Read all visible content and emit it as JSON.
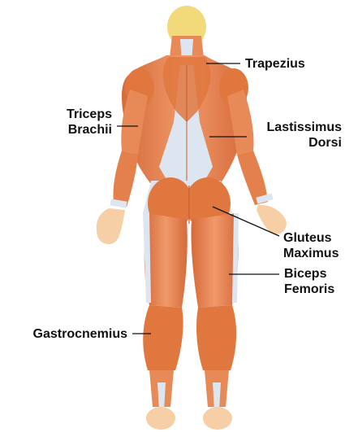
{
  "labels": {
    "trapezius": [
      "Trapezius"
    ],
    "triceps_brachii": [
      "Triceps",
      "Brachii"
    ],
    "latissimus_dorsi": [
      "Lastissimus",
      "Dorsi"
    ],
    "gluteus_maximus": [
      "Gluteus",
      "Maximus"
    ],
    "biceps_femoris": [
      "Biceps",
      "Femoris"
    ],
    "gastrocnemius": [
      "Gastrocnemius"
    ]
  },
  "colors": {
    "muscle": "#e8814f",
    "muscle_light": "#f2a878",
    "muscle_dark": "#c95a2e",
    "tendon": "#dde6f0",
    "skin": "#f6cfa6",
    "hair": "#f2d97a",
    "leader_line": "#111111"
  }
}
